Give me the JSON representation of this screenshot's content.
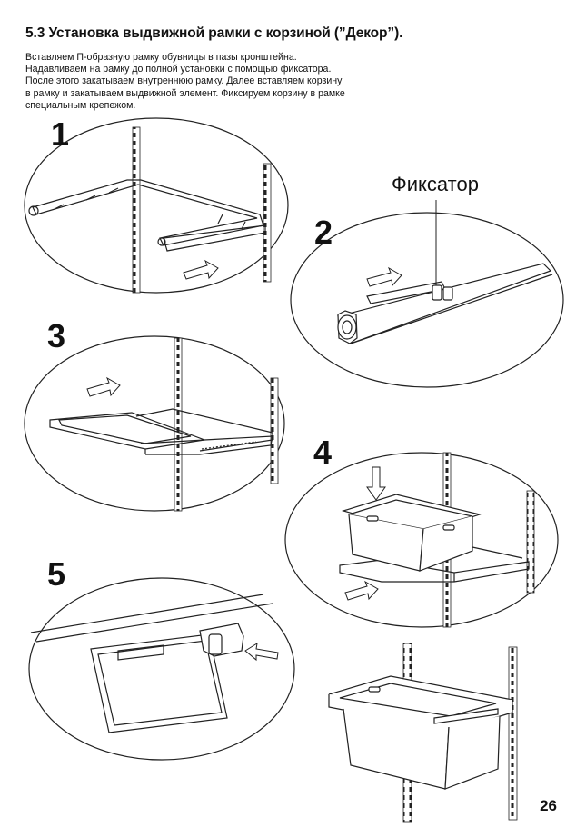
{
  "heading": "5.3 Установка выдвижной рамки с корзиной (”Декор”).",
  "instructions": [
    "Вставляем П-образную рамку обувницы в пазы кронштейна.",
    "Надавливаем на рамку до полной установки с помощью фиксатора.",
    "После этого закатываем внутреннюю рамку. Далее вставляем корзину",
    "в рамку и закатываем выдвижной элемент. Фиксируем корзину в рамке",
    "специальным крепежом."
  ],
  "steps": [
    "1",
    "2",
    "3",
    "4",
    "5"
  ],
  "callout": "Фиксатор",
  "page_number": "26",
  "icons": [
    "arrow-icon",
    "wall-rail-icon",
    "basket-icon",
    "frame-icon",
    "clip-icon"
  ]
}
